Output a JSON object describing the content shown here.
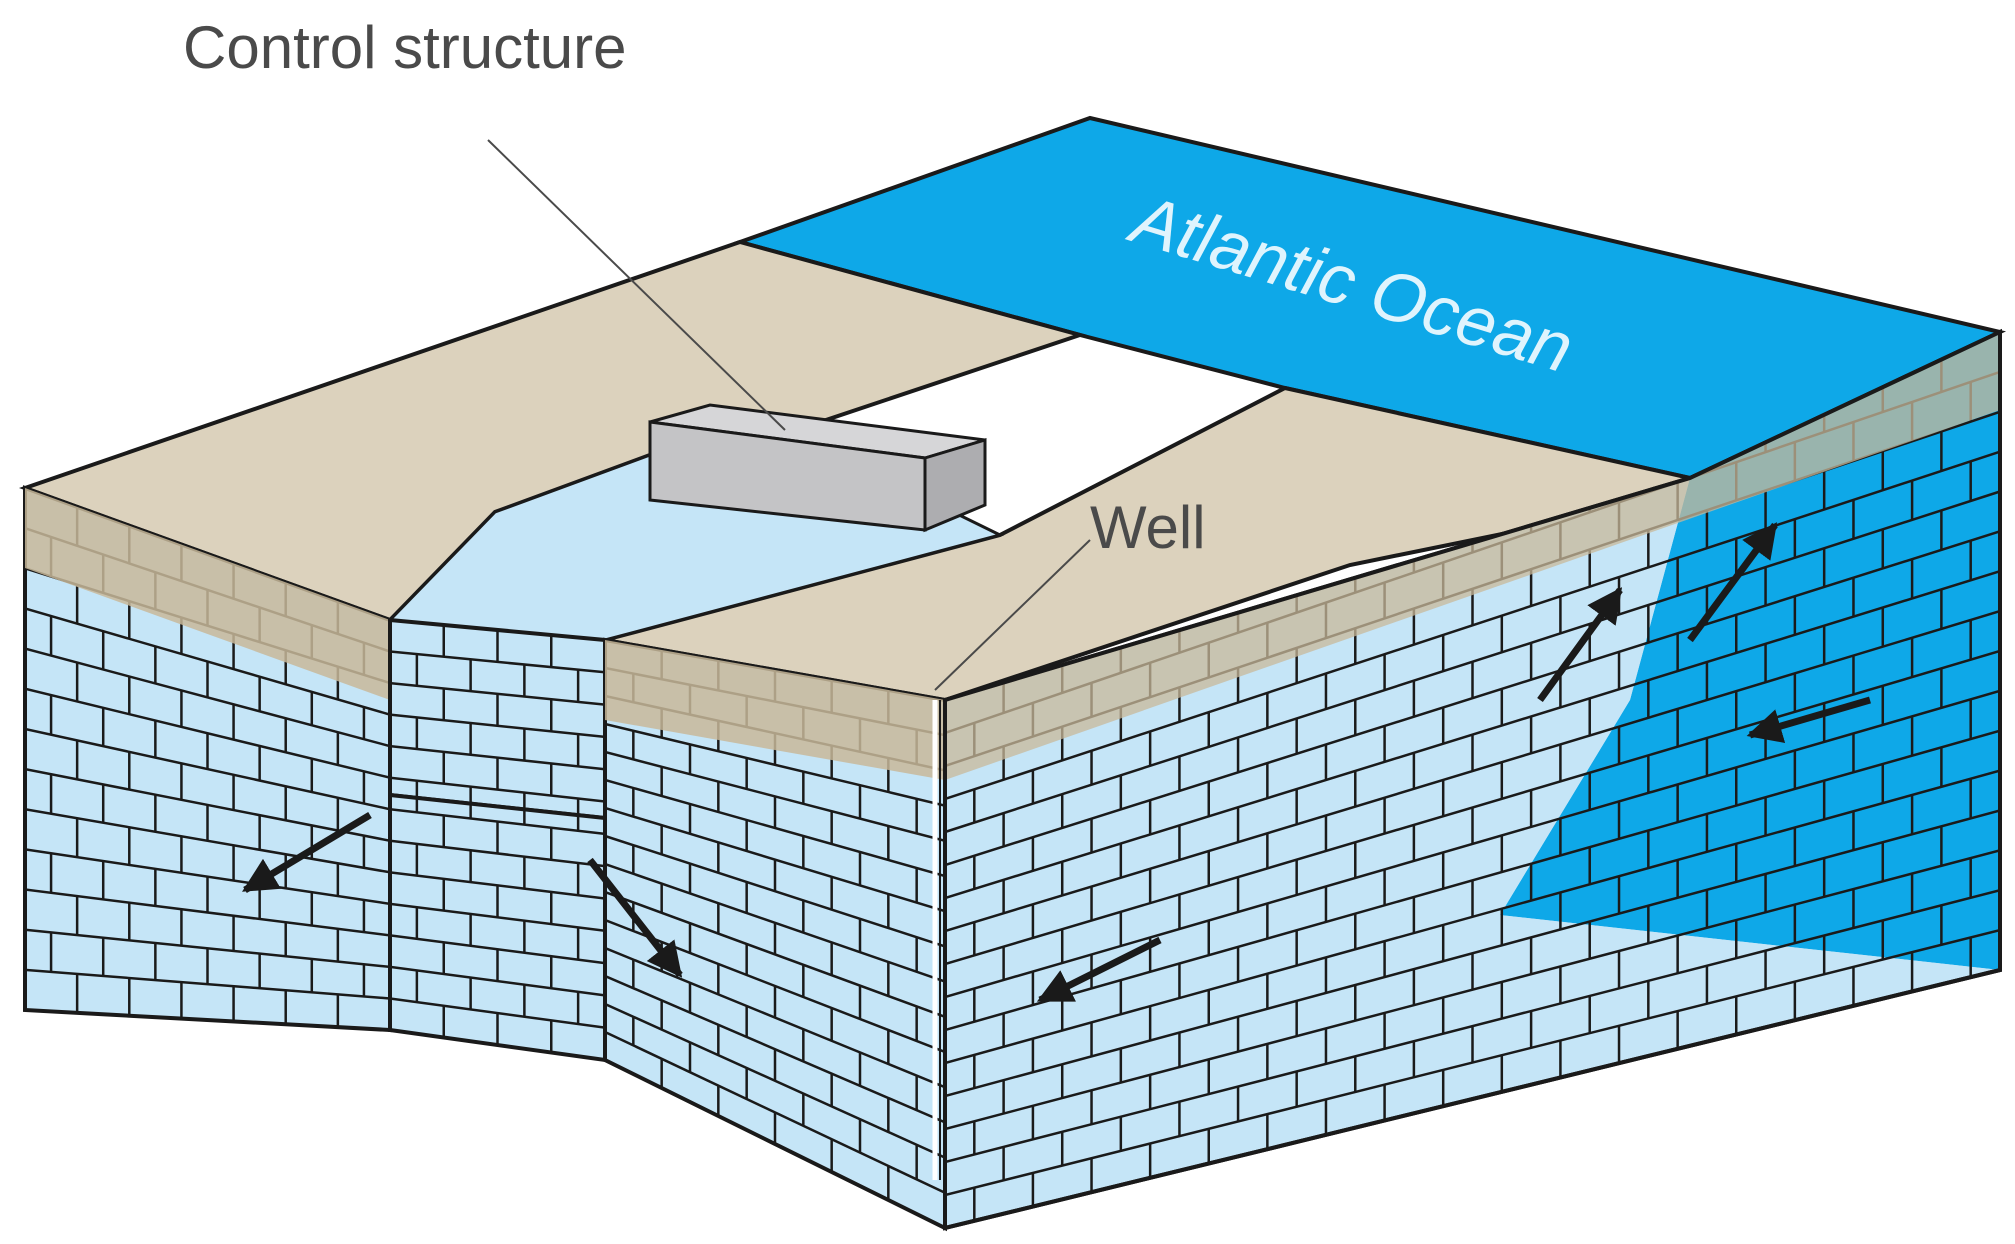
{
  "diagram": {
    "labels": {
      "control_structure": "Control structure",
      "well": "Well",
      "ocean": "Atlantic Ocean"
    },
    "colors": {
      "ocean": "#0ea8e8",
      "land_top": "#dcd2bd",
      "land_brick": "#c8b89a",
      "aquifer_fresh": "#c5e5f7",
      "aquifer_salt": "#0ea8e8",
      "canal_water": "#c5e5f7",
      "structure": "#c4c4c6",
      "outline": "#1a1a1a",
      "arrow": "#1a1a1a",
      "label_text": "#4a4a4a"
    },
    "flow_arrows": [
      "arrow-front-left",
      "arrow-front-center",
      "arrow-side-left",
      "arrow-side-up-1",
      "arrow-side-up-2",
      "arrow-side-right"
    ]
  }
}
